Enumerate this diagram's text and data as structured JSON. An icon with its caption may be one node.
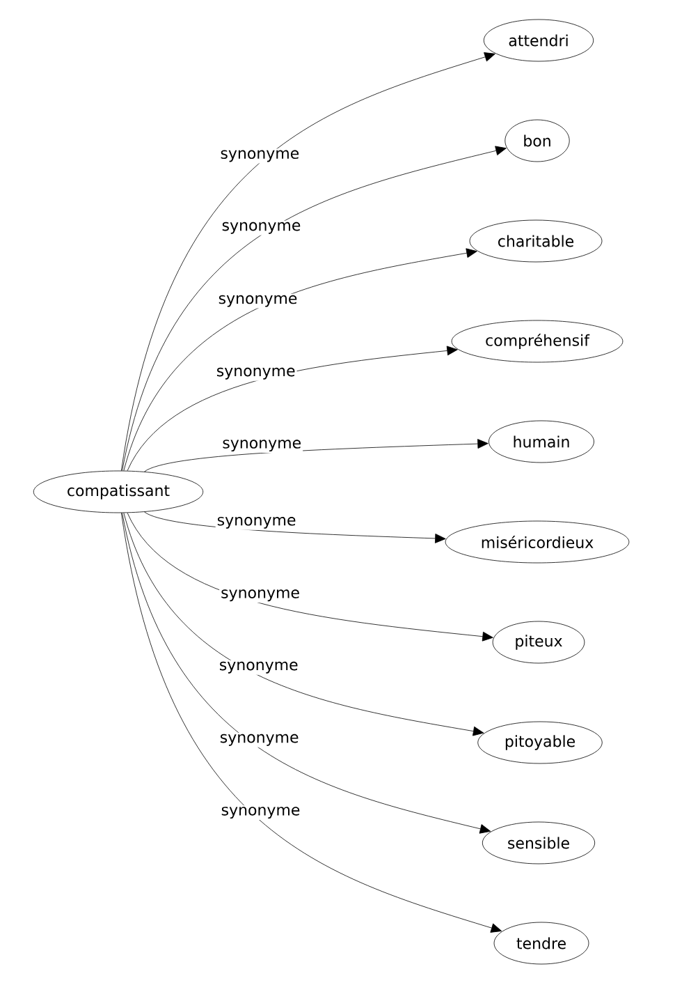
{
  "diagram": {
    "nodes": [
      {
        "text": [
          "compatissant"
        ]
      },
      {
        "text": [
          "attendri"
        ]
      },
      {
        "text": [
          "bon"
        ]
      },
      {
        "text": [
          "charitable"
        ]
      },
      {
        "text": [
          "compréhensif"
        ]
      },
      {
        "text": [
          "humain"
        ]
      },
      {
        "text": [
          "miséricordieux"
        ]
      },
      {
        "text": [
          "piteux"
        ]
      },
      {
        "text": [
          "pitoyable"
        ]
      },
      {
        "text": [
          "sensible"
        ]
      },
      {
        "text": [
          "tendre"
        ]
      }
    ],
    "edges": [
      {
        "from": 0,
        "to": 1,
        "arrow": "to",
        "label": "synonyme"
      },
      {
        "from": 0,
        "to": 2,
        "arrow": "to",
        "label": "synonyme"
      },
      {
        "from": 0,
        "to": 3,
        "arrow": "to",
        "label": "synonyme"
      },
      {
        "from": 0,
        "to": 4,
        "arrow": "to",
        "label": "synonyme"
      },
      {
        "from": 0,
        "to": 5,
        "arrow": "to",
        "label": "synonyme"
      },
      {
        "from": 0,
        "to": 6,
        "arrow": "to",
        "label": "synonyme"
      },
      {
        "from": 0,
        "to": 7,
        "arrow": "to",
        "label": "synonyme"
      },
      {
        "from": 0,
        "to": 8,
        "arrow": "to",
        "label": "synonyme"
      },
      {
        "from": 0,
        "to": 9,
        "arrow": "to",
        "label": "synonyme"
      },
      {
        "from": 0,
        "to": 10,
        "arrow": "to",
        "label": "synonyme"
      }
    ]
  }
}
